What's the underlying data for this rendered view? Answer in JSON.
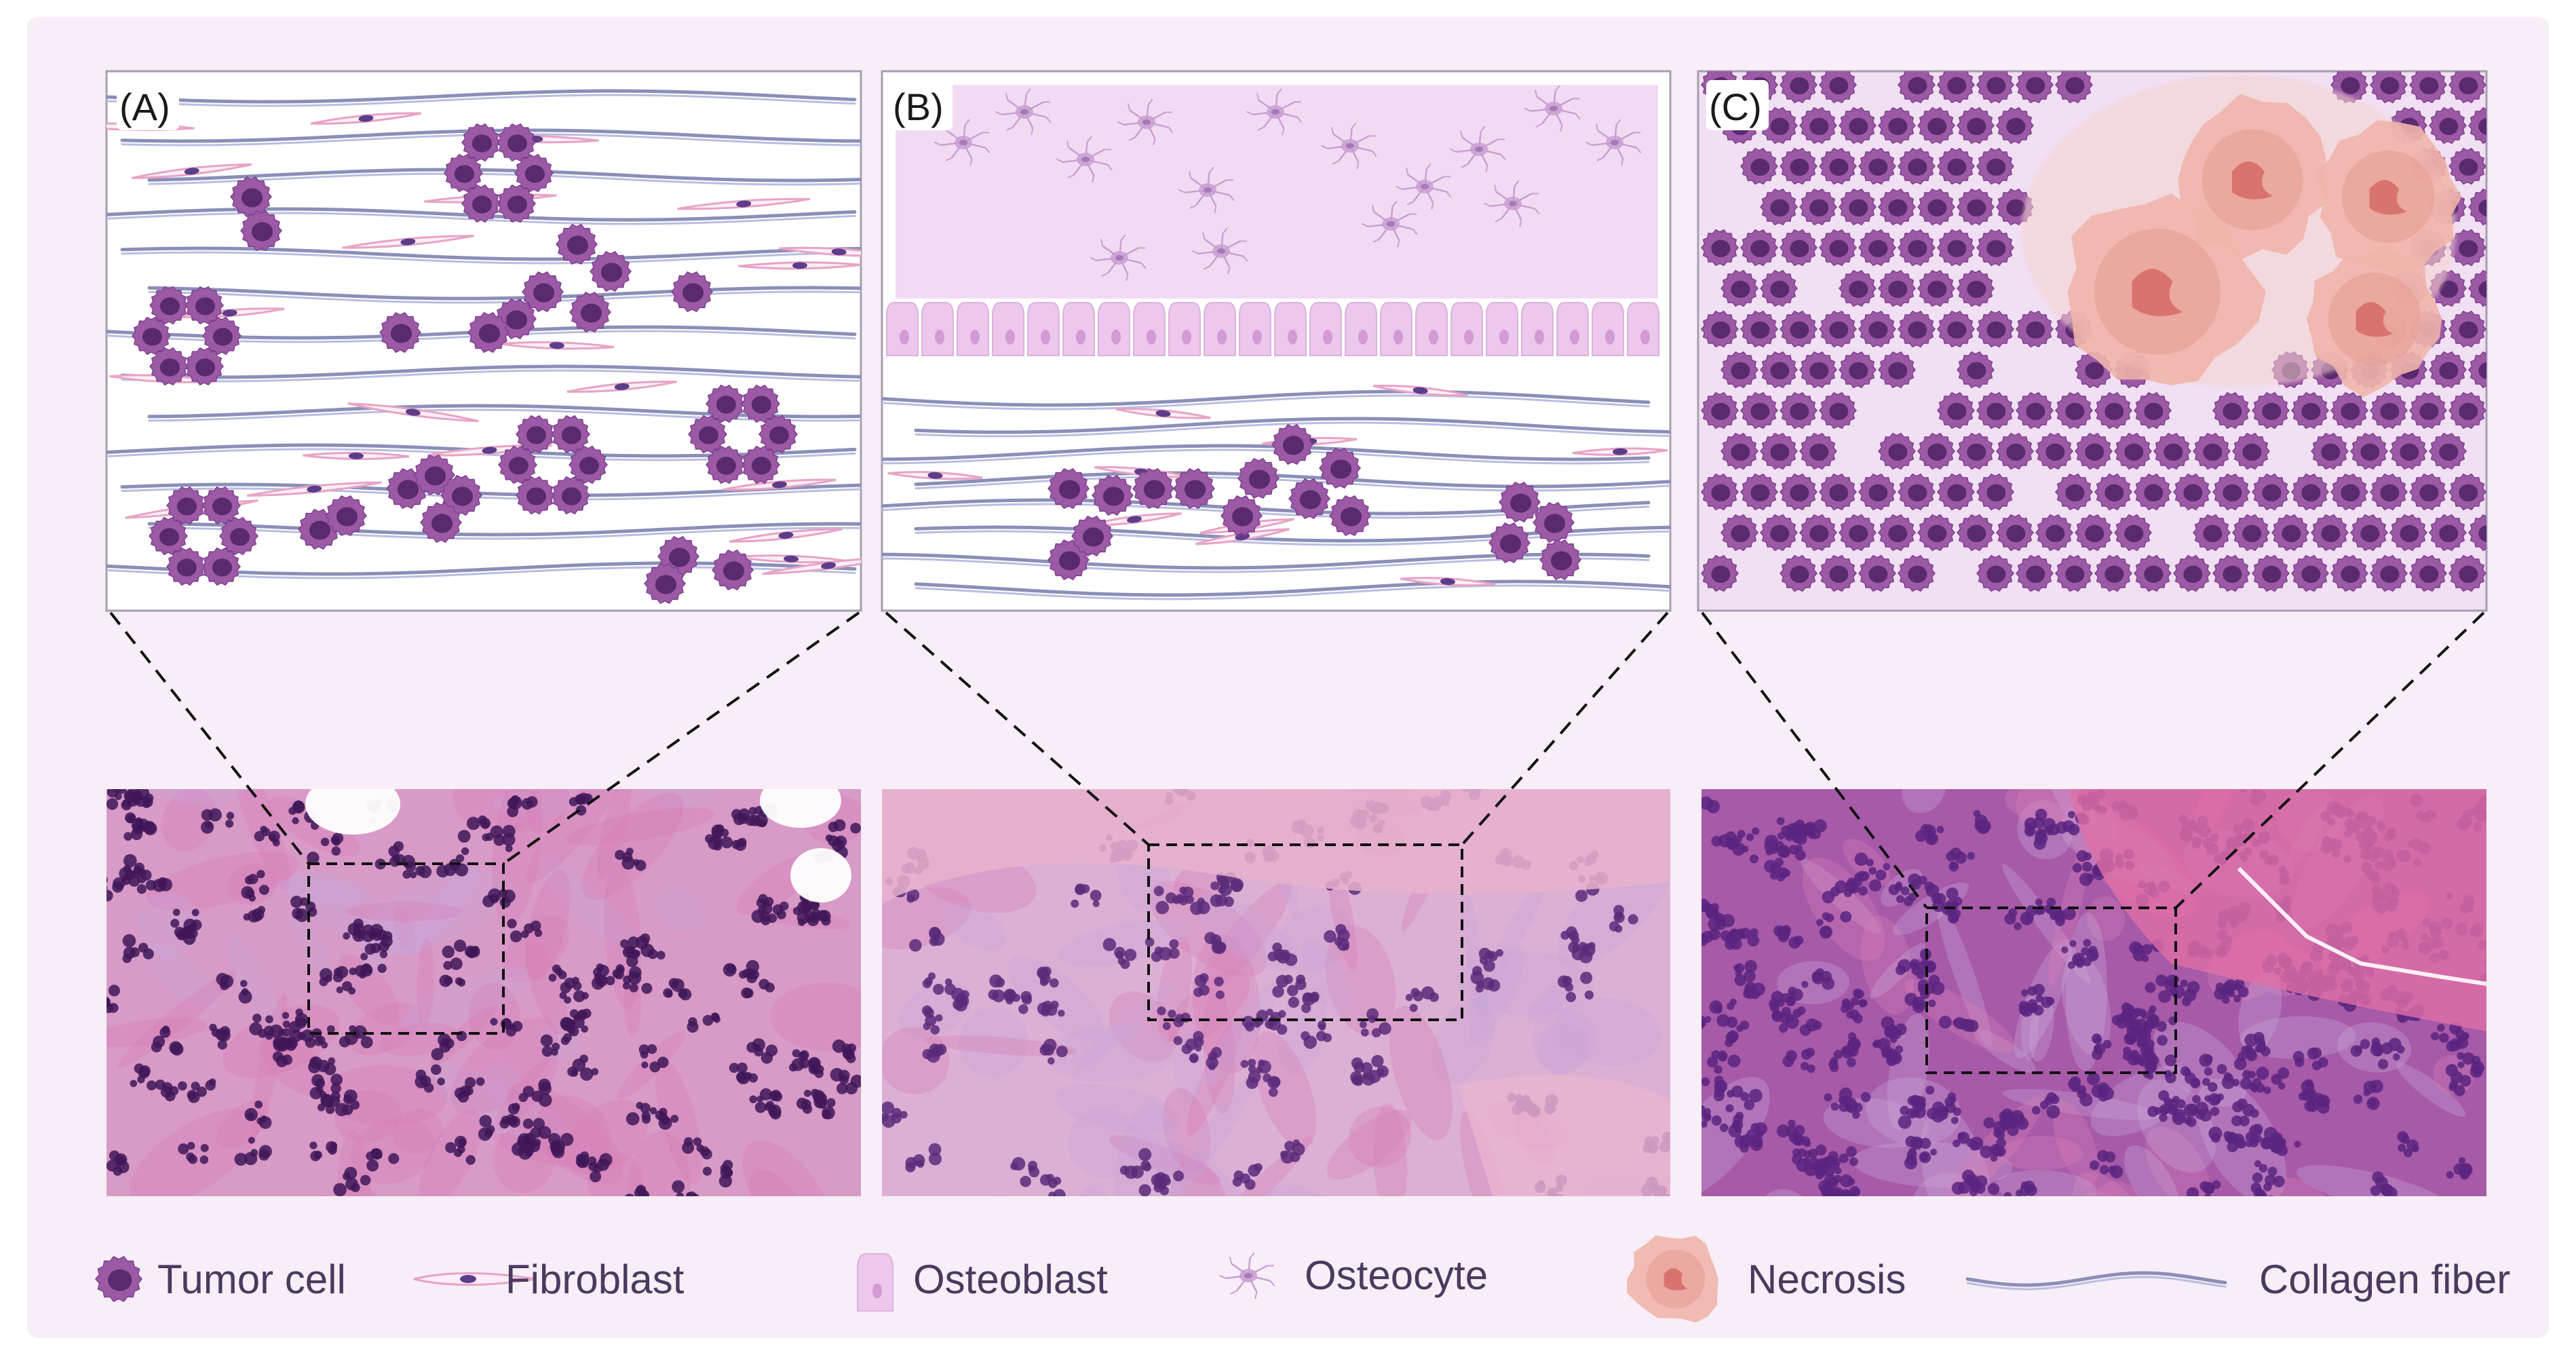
{
  "panels": [
    {
      "label": "(A)"
    },
    {
      "label": "(B)"
    },
    {
      "label": "(C)"
    }
  ],
  "legend": [
    {
      "key": "tumor",
      "label": "Tumor cell",
      "icon": "tumor-cell-icon"
    },
    {
      "key": "fibroblast",
      "label": "Fibroblast",
      "icon": "fibroblast-icon"
    },
    {
      "key": "osteoblast",
      "label": "Osteoblast",
      "icon": "osteoblast-icon"
    },
    {
      "key": "osteocyte",
      "label": "Osteocyte",
      "icon": "osteocyte-icon"
    },
    {
      "key": "necrosis",
      "label": "Necrosis",
      "icon": "necrosis-icon"
    },
    {
      "key": "collagen",
      "label": "Collagen fiber",
      "icon": "collagen-fiber-icon"
    }
  ],
  "colors": {
    "background": "#f7eef7",
    "panel_border": "#a79db0",
    "tumor_cell": "#9c5aa6",
    "tumor_nucleus": "#5a2a6e",
    "fibroblast": "#e7a3c6",
    "fibroblast_nucleus": "#5c3d8a",
    "osteoblast": "#ebc8ec",
    "osteocyte": "#c99fd2",
    "necrosis": "#f0b5ab",
    "collagen": "#8a8fb8",
    "histo_pink": "#d77fb8",
    "histo_purple": "#7a3f95",
    "legend_text": "#4a3a5e"
  }
}
